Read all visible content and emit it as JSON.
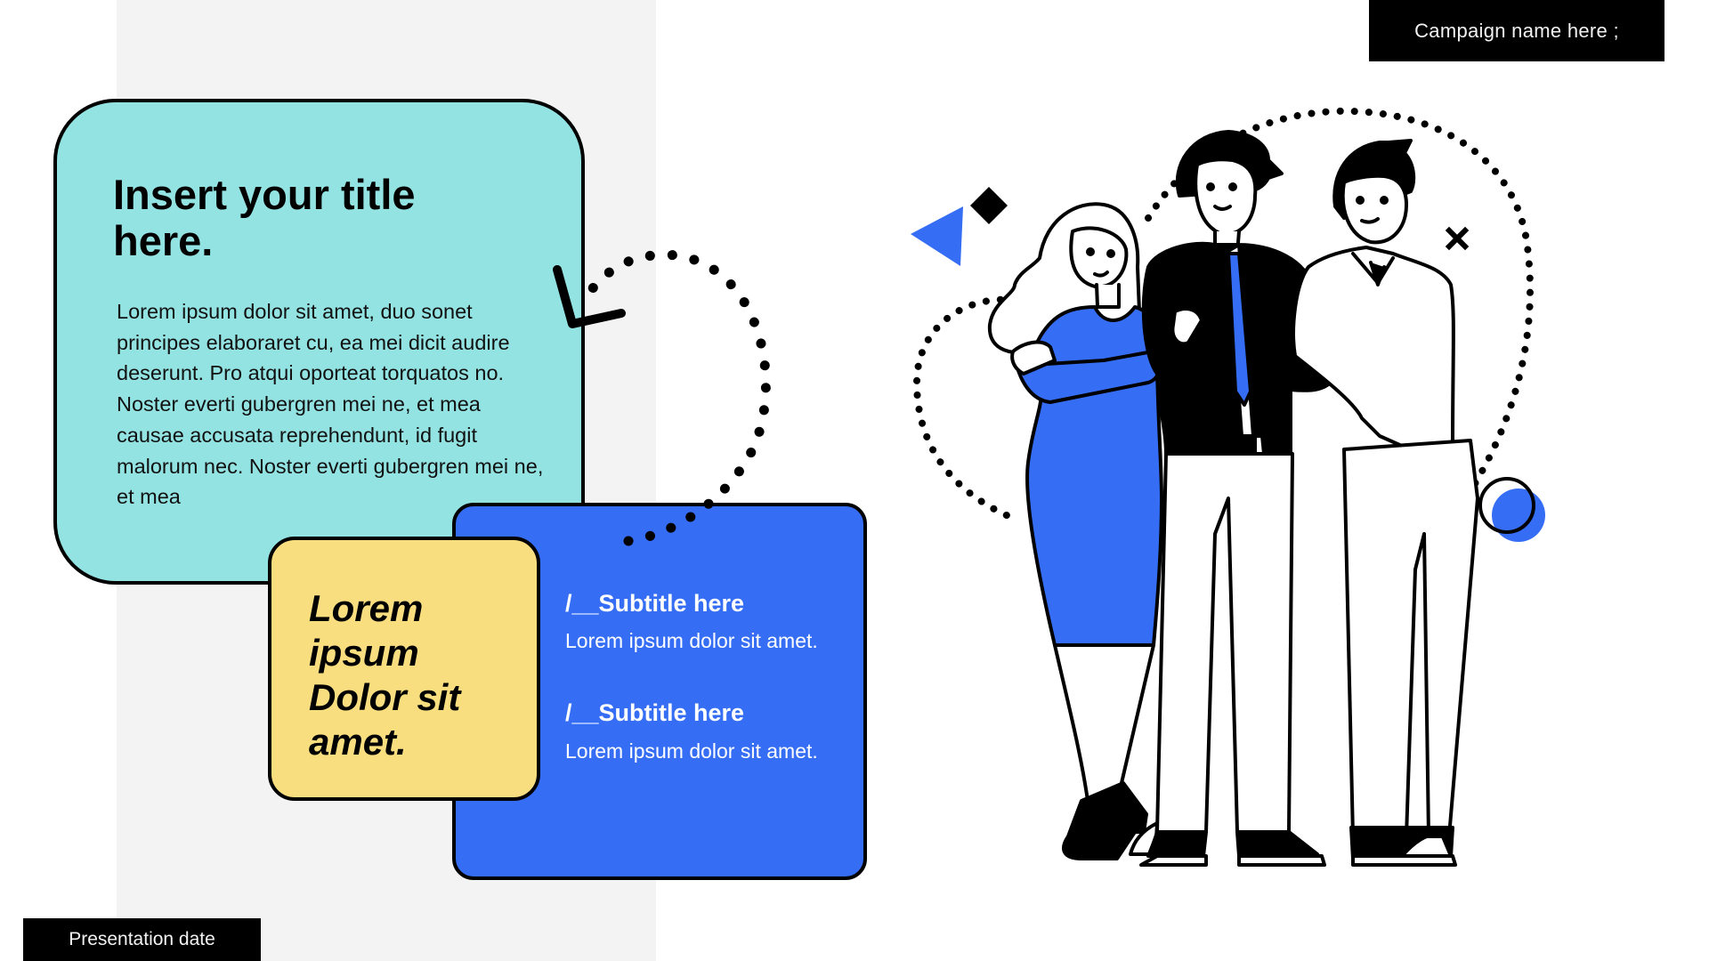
{
  "slide": {
    "campaign_label": "Campaign name here ;",
    "date_label": "Presentation date"
  },
  "main_card": {
    "title": "Insert your title here.",
    "body": "Lorem ipsum dolor sit amet, duo sonet principes elaboraret cu, ea mei dicit audire deserunt. Pro atqui oporteat torquatos no. Noster everti gubergren mei ne, et mea causae accusata reprehendunt, id fugit malorum nec. Noster everti gubergren mei ne, et mea"
  },
  "highlight_card": {
    "text": "Lorem ipsum Dolor sit amet."
  },
  "subtitle_card": {
    "items": [
      {
        "subtitle": "/__Subtitle here",
        "text": "Lorem ipsum dolor sit amet."
      },
      {
        "subtitle": "/__Subtitle here",
        "text": "Lorem ipsum dolor sit amet."
      }
    ]
  },
  "illustration": {
    "description": "three-business-people-team",
    "icons": [
      "blue-triangle-icon",
      "black-diamond-icon",
      "x-mark-icon",
      "circle-icon",
      "dotted-arrow-icon"
    ]
  },
  "colors": {
    "teal": "#94e3e3",
    "blue": "#356ef5",
    "yellow": "#f9de80",
    "panel_gray": "#f3f3f3",
    "black": "#000000"
  }
}
